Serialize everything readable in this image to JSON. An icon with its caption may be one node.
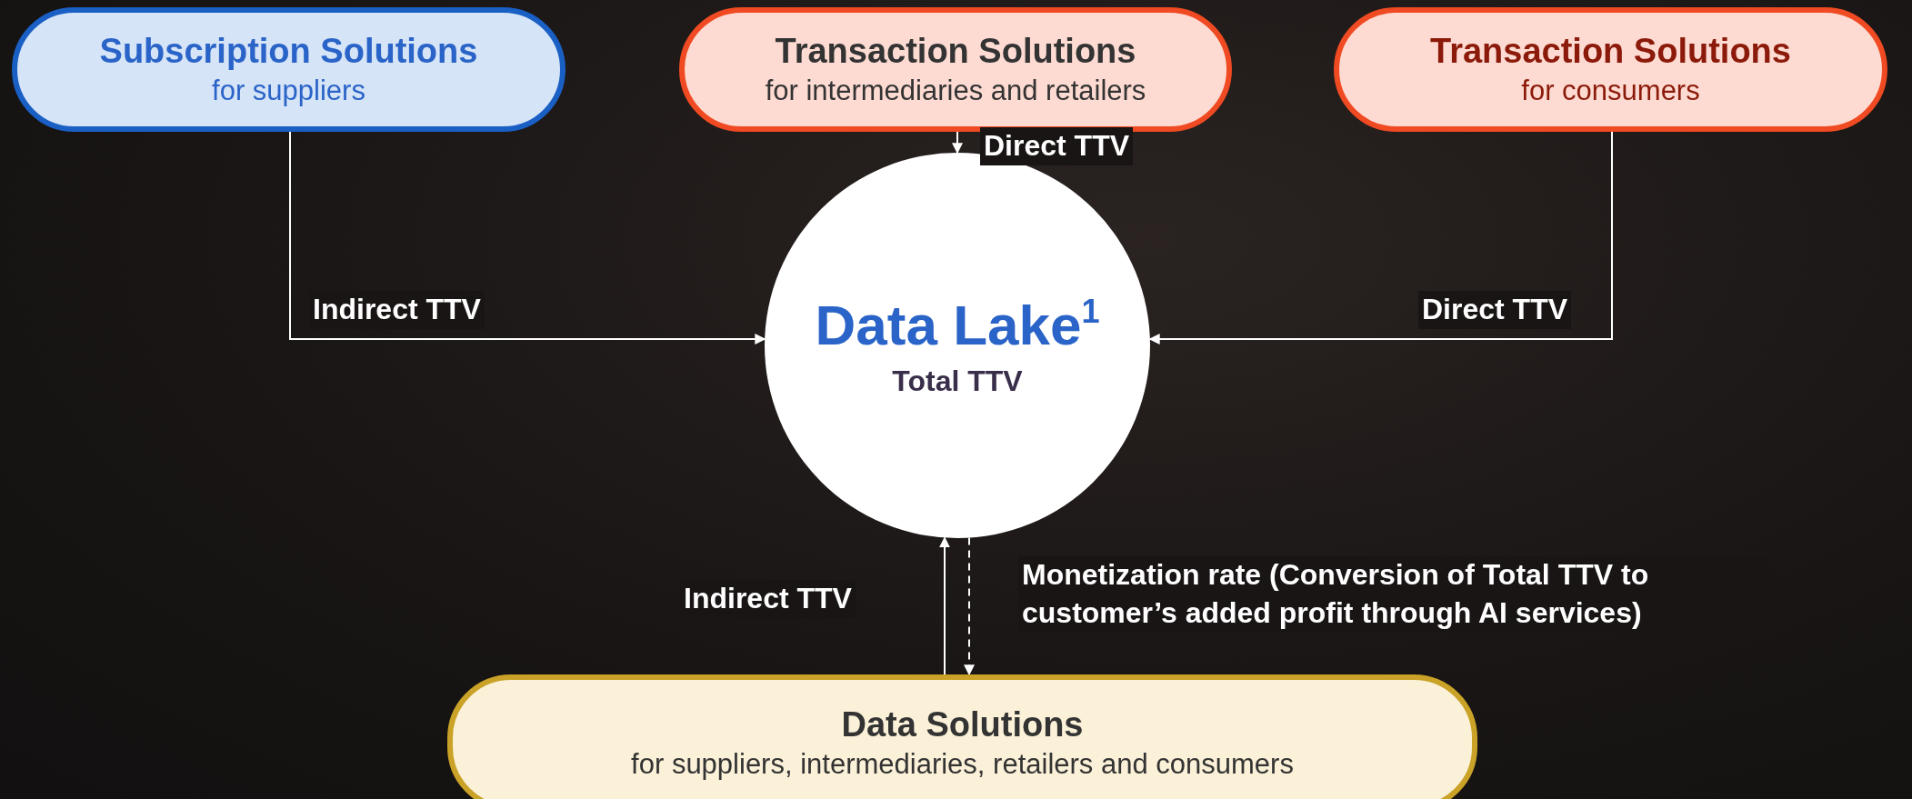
{
  "diagram": {
    "nodes": [
      {
        "text": [
          "Subscription Solutions",
          "for suppliers"
        ]
      },
      {
        "text": [
          "Transaction Solutions",
          "for intermediaries and retailers"
        ]
      },
      {
        "text": [
          "Transaction Solutions",
          "for consumers"
        ]
      },
      {
        "text": [
          "Data Lake$^{1}$",
          "Total TTV"
        ]
      },
      {
        "text": [
          "Data Solutions",
          "for suppliers, intermediaries, retailers and consumers"
        ]
      }
    ],
    "edges": [
      {
        "from": 0,
        "to": 3,
        "arrow": "to",
        "label": "Indirect TTV"
      },
      {
        "from": 1,
        "to": 3,
        "arrow": "to",
        "label": "Direct TTV"
      },
      {
        "from": 2,
        "to": 3,
        "arrow": "to",
        "label": "Direct TTV"
      },
      {
        "from": 4,
        "to": 3,
        "arrow": "to",
        "label": "Indirect TTV"
      },
      {
        "from": 3,
        "to": 4,
        "arrow": "to",
        "style": "dashed",
        "label": "Monetization rate (Conversion of Total TTV to customer’s added profit through AI services)"
      }
    ]
  }
}
